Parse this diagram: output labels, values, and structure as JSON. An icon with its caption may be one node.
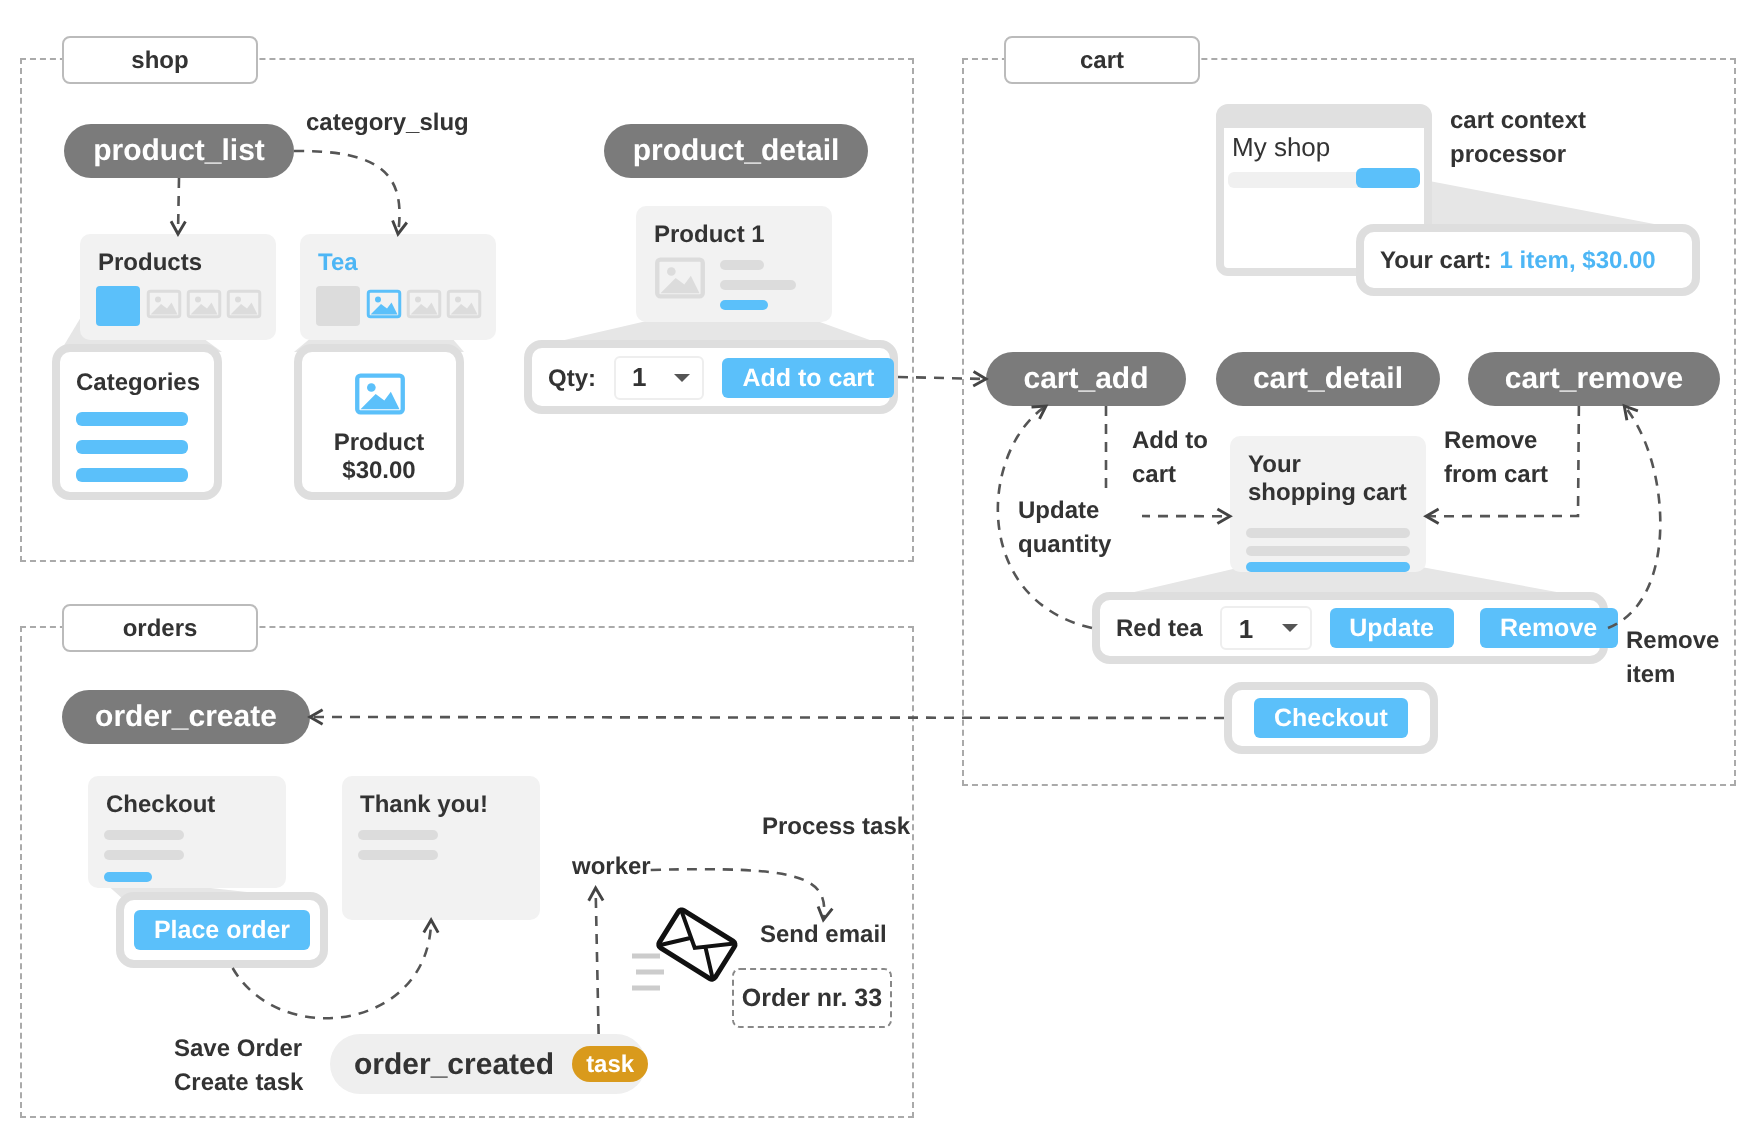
{
  "diagram": {
    "nodes": [
      {
        "text": [
          "shop"
        ]
      },
      {
        "text": [
          "product_list"
        ],
        "in": 0
      },
      {
        "text": [
          "product_detail"
        ],
        "in": 0
      },
      {
        "text": [
          "Products"
        ],
        "in": 0
      },
      {
        "text": [
          "Categories"
        ],
        "in": 0
      },
      {
        "text": [
          "Tea"
        ],
        "in": 0
      },
      {
        "text": [
          "Product $30.00"
        ],
        "in": 0
      },
      {
        "text": [
          "Product 1"
        ],
        "in": 0
      },
      {
        "text": [
          "Qty:",
          "1",
          "Add to cart"
        ],
        "in": 0
      },
      {
        "text": [
          "cart"
        ]
      },
      {
        "text": [
          "My shop"
        ],
        "beside": [
          "cart context processor"
        ],
        "in": 9
      },
      {
        "text": [
          "Your cart:",
          "1 item, $30.00"
        ],
        "in": 9
      },
      {
        "text": [
          "cart_add"
        ],
        "in": 9
      },
      {
        "text": [
          "cart_detail"
        ],
        "in": 9
      },
      {
        "text": [
          "cart_remove"
        ],
        "in": 9
      },
      {
        "text": [
          "Your shopping cart"
        ],
        "in": 9
      },
      {
        "text": [
          "Red tea",
          "1",
          "Update",
          "Remove"
        ],
        "in": 9
      },
      {
        "text": [
          "Checkout"
        ],
        "in": 9
      },
      {
        "text": [
          "orders"
        ]
      },
      {
        "text": [
          "order_create"
        ],
        "in": 18
      },
      {
        "text": [
          "Checkout"
        ],
        "in": 18
      },
      {
        "text": [
          "Place order"
        ],
        "in": 18
      },
      {
        "text": [
          "Thank you!"
        ],
        "in": 18
      },
      {
        "text": [
          "worker"
        ],
        "in": 18
      },
      {
        "text": [
          "Send email"
        ],
        "in": 18
      },
      {
        "text": [
          "Order nr. 33"
        ],
        "in": 18
      },
      {
        "text": [
          "order_created",
          "task"
        ],
        "beside": [
          "Save Order Create task"
        ],
        "in": 18
      }
    ],
    "edges": [
      {
        "from": 1,
        "to": 3,
        "arrow": "to",
        "style": "dashed"
      },
      {
        "from": 1,
        "to": 5,
        "arrow": "to",
        "style": "dashed",
        "label": "category_slug"
      },
      {
        "from": 8,
        "to": 12,
        "arrow": "to",
        "style": "dashed"
      },
      {
        "from": 12,
        "to": 15,
        "arrow": "to",
        "style": "dashed",
        "label": "Add to cart"
      },
      {
        "from": 14,
        "to": 15,
        "arrow": "to",
        "style": "dashed",
        "label": "Remove from cart"
      },
      {
        "from": 16,
        "to": 12,
        "arrow": "to",
        "style": "dashed",
        "label": "Update quantity"
      },
      {
        "from": 16,
        "to": 14,
        "arrow": "to",
        "style": "dashed",
        "label": "Remove item"
      },
      {
        "from": 17,
        "to": 19,
        "arrow": "to",
        "style": "dashed"
      },
      {
        "from": 21,
        "to": 22,
        "arrow": "to",
        "style": "dashed"
      },
      {
        "from": 26,
        "to": 23,
        "arrow": "to",
        "style": "dashed"
      },
      {
        "from": 23,
        "to": 24,
        "arrow": "to",
        "style": "dashed",
        "label": "Process task"
      }
    ]
  }
}
